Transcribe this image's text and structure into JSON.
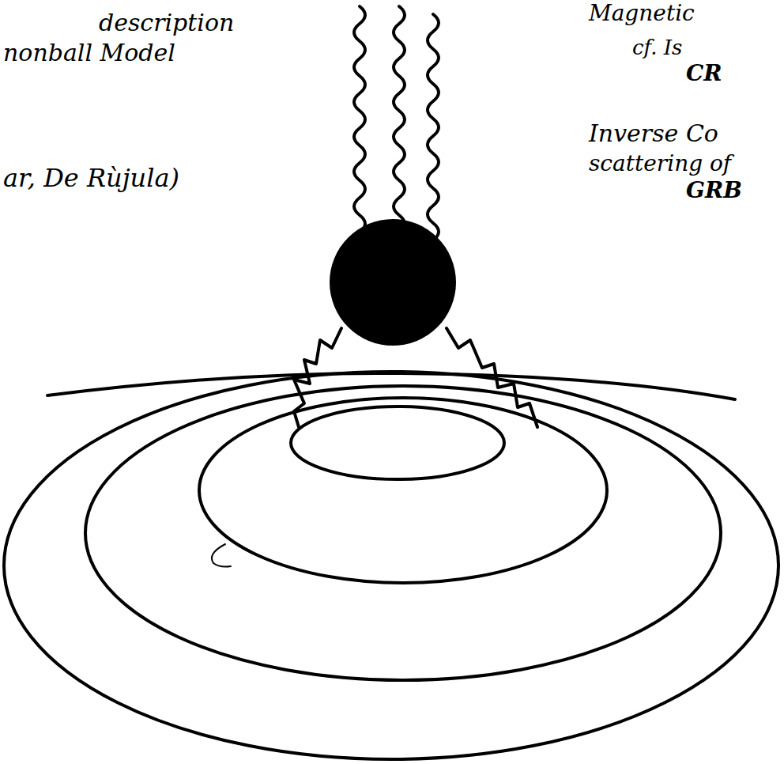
{
  "diagram": {
    "labels": [
      "description",
      "nonball Model",
      "ar, De Rùjula)",
      "Magnetic",
      "cf. Is",
      "CR",
      "Inverse Co",
      "scattering of",
      "GRB"
    ]
  }
}
